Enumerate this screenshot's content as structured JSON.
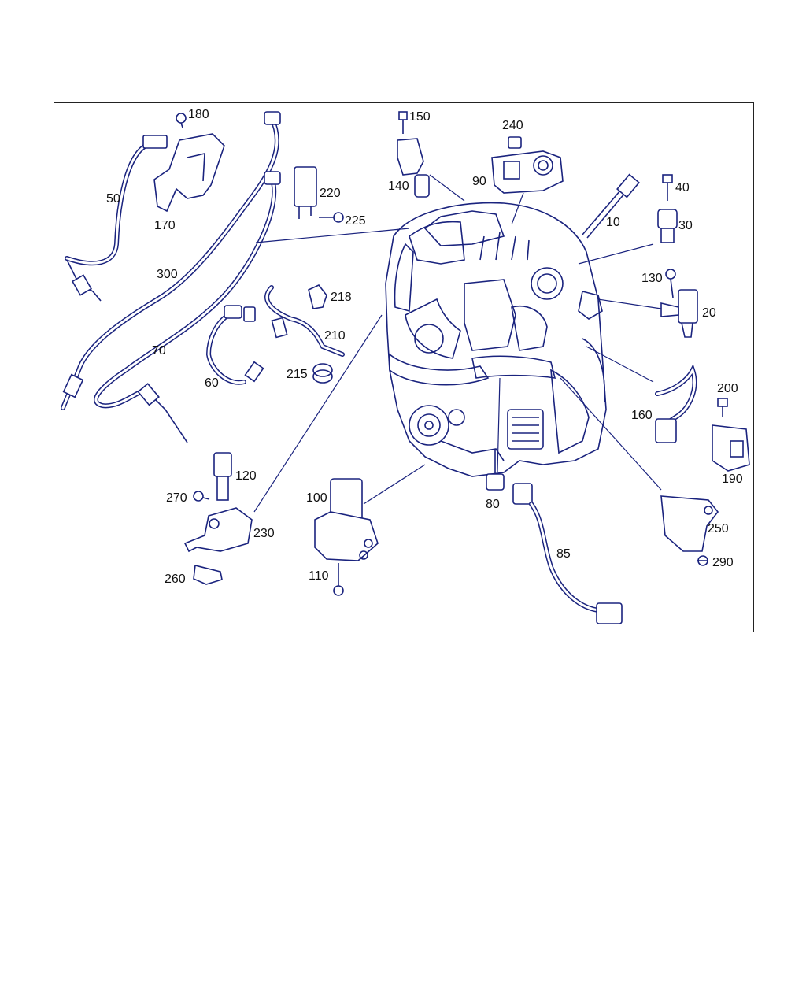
{
  "diagram": {
    "colors": {
      "line": "#1a237e",
      "text": "#111111",
      "frame": "#222222"
    },
    "callouts": [
      {
        "id": "10",
        "text": "10"
      },
      {
        "id": "20",
        "text": "20"
      },
      {
        "id": "30",
        "text": "30"
      },
      {
        "id": "40",
        "text": "40"
      },
      {
        "id": "50",
        "text": "50"
      },
      {
        "id": "60",
        "text": "60"
      },
      {
        "id": "70",
        "text": "70"
      },
      {
        "id": "80",
        "text": "80"
      },
      {
        "id": "85",
        "text": "85"
      },
      {
        "id": "90",
        "text": "90"
      },
      {
        "id": "100",
        "text": "100"
      },
      {
        "id": "110",
        "text": "110"
      },
      {
        "id": "120",
        "text": "120"
      },
      {
        "id": "130",
        "text": "130"
      },
      {
        "id": "140",
        "text": "140"
      },
      {
        "id": "150",
        "text": "150"
      },
      {
        "id": "160",
        "text": "160"
      },
      {
        "id": "170",
        "text": "170"
      },
      {
        "id": "180",
        "text": "180"
      },
      {
        "id": "190",
        "text": "190"
      },
      {
        "id": "200",
        "text": "200"
      },
      {
        "id": "210",
        "text": "210"
      },
      {
        "id": "215",
        "text": "215"
      },
      {
        "id": "218",
        "text": "218"
      },
      {
        "id": "220",
        "text": "220"
      },
      {
        "id": "225",
        "text": "225"
      },
      {
        "id": "230",
        "text": "230"
      },
      {
        "id": "240",
        "text": "240"
      },
      {
        "id": "250",
        "text": "250"
      },
      {
        "id": "260",
        "text": "260"
      },
      {
        "id": "270",
        "text": "270"
      },
      {
        "id": "290",
        "text": "290"
      },
      {
        "id": "300",
        "text": "300"
      }
    ]
  }
}
